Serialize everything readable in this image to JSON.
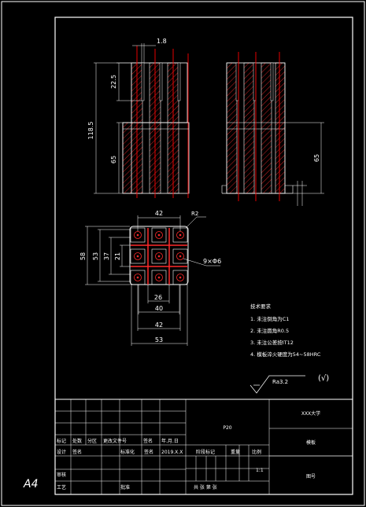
{
  "sheet_size": "A4",
  "title_block": {
    "part_name": "P20",
    "institution": "XXX大学",
    "drawing_title": "模板",
    "drawing_no_label": "图号",
    "scale": "1:1",
    "mark_label": "标记",
    "count_label": "处数",
    "zone_label": "分区",
    "change_doc_label": "更改文件号",
    "signature_label": "签名",
    "date_label": "年.月.日",
    "designer_label": "设计",
    "designer_sign": "签名",
    "standardize_label": "标准化",
    "standardize_sign": "签名",
    "date_value": "2019.X.X",
    "stage_mark_label": "阶段标记",
    "weight_label": "重量",
    "scale_label": "比例",
    "review_label": "审核",
    "process_label": "工艺",
    "approve_label": "批准",
    "sheets_text": "共  张  第  张"
  },
  "dimensions": {
    "groove_width": "1.8",
    "groove_depth": "22.5",
    "total_height": "118.5",
    "lower_height_left": "65",
    "lower_height_right": "65",
    "width_42_top": "42",
    "corner_radius": "R2",
    "height_58": "58",
    "height_53": "53",
    "height_37": "37",
    "height_21": "21",
    "hole_note": "9×Φ6",
    "width_26": "26",
    "width_40": "40",
    "width_42_bottom": "42",
    "width_53": "53"
  },
  "notes": {
    "heading": "技术要求",
    "items": [
      "1. 未注倒角为C1",
      "2. 未注圆角R0.5",
      "3. 未注公差按IT12",
      "4. 模板淬火硬度为54~58HRC"
    ]
  },
  "roughness": {
    "value": "Ra3.2",
    "other": "(√)"
  },
  "colors": {
    "background": "#000000",
    "line": "#ffffff",
    "centerline": "#ff0000",
    "hatch": "#ff2a2a"
  }
}
